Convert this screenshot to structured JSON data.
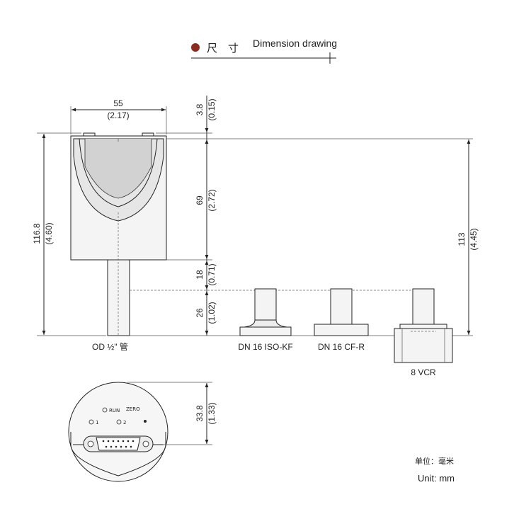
{
  "header": {
    "cn_title": "尺　寸",
    "en_title": "Dimension drawing",
    "bullet_color": "#8b2a1e"
  },
  "dimensions": {
    "width_mm": "55",
    "width_in": "(2.17)",
    "top_mm": "3.8",
    "top_in": "(0.15)",
    "body_mm": "69",
    "body_in": "(2.72)",
    "neck_mm": "18",
    "neck_in": "(0.71)",
    "flange_mm": "26",
    "flange_in": "(1.02)",
    "total_mm": "116.8",
    "total_in": "(4.60)",
    "overall_mm": "113",
    "overall_in": "(4.45)",
    "bottom_mm": "33.8",
    "bottom_in": "(1.33)"
  },
  "labels": {
    "od": "OD ½\" 管",
    "kf": "DN 16 ISO-KF",
    "cf": "DN 16 CF-R",
    "vcr": "8 VCR"
  },
  "bottom_view": {
    "run": "RUN",
    "zero": "ZERO",
    "led1": "1",
    "led2": "2"
  },
  "units": {
    "cn": "单位：毫米",
    "en": "Unit: mm"
  }
}
